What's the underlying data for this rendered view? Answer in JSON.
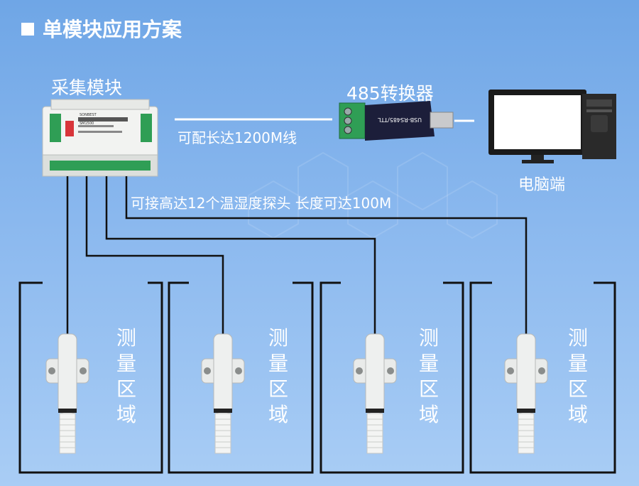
{
  "header": {
    "title": "单模块应用方案"
  },
  "devices": {
    "module": {
      "label": "采集模块",
      "brand": "SONBEST",
      "model": "SM1500"
    },
    "converter": {
      "label": "485转换器",
      "print": "USB-RS485/TTL"
    },
    "computer": {
      "label": "电脑端"
    }
  },
  "annotations": {
    "cable": "可配长达1200M线",
    "probes": "可接高达12个温湿度探头  长度可达100M"
  },
  "zones": [
    {
      "label": "测量区域"
    },
    {
      "label": "测量区域"
    },
    {
      "label": "测量区域"
    },
    {
      "label": "测量区域"
    }
  ],
  "colors": {
    "background": "#7aaeea",
    "wire": "#111111",
    "line": "#ffffff",
    "terminal": "#2f9e55"
  }
}
